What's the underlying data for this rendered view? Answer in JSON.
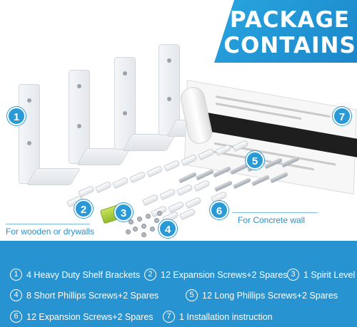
{
  "header": {
    "title_line1": "PACKAGE",
    "title_line2": "CONTAINS"
  },
  "markers": [
    "1",
    "2",
    "3",
    "4",
    "5",
    "6",
    "7"
  ],
  "notes": {
    "wood": "For wooden or drywalls",
    "concrete": "For Concrete wall"
  },
  "legend": [
    {
      "num": "1",
      "text": "4 Heavy Duty Shelf Brackets"
    },
    {
      "num": "2",
      "text": "12 Expansion Screws+2 Spares"
    },
    {
      "num": "3",
      "text": "1 Spirit Level"
    },
    {
      "num": "4",
      "text": "8 Short Phillips Screws+2 Spares"
    },
    {
      "num": "5",
      "text": "12 Long Phillips Screws+2 Spares"
    },
    {
      "num": "6",
      "text": "12 Expansion Screws+2 Spares"
    },
    {
      "num": "7",
      "text": "1 Installation instruction"
    }
  ],
  "colors": {
    "accent": "#2793d1",
    "banner": "#1b86c9",
    "level": "#a7cc35"
  }
}
